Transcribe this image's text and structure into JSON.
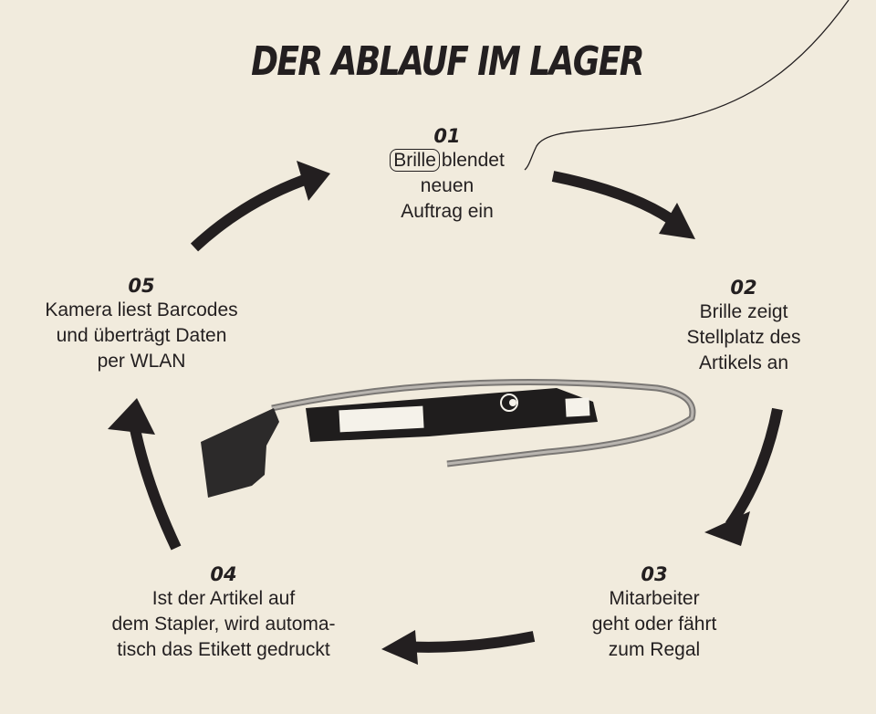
{
  "title": "DER ABLAUF IM LAGER",
  "steps": [
    {
      "num": "01",
      "highlight": "Brille",
      "lines": [
        "blendet",
        "neuen",
        "Auftrag ein"
      ]
    },
    {
      "num": "02",
      "lines": [
        "Brille zeigt",
        "Stellplatz des",
        "Artikels an"
      ]
    },
    {
      "num": "03",
      "lines": [
        "Mitarbeiter",
        "geht oder fährt",
        "zum Regal"
      ]
    },
    {
      "num": "04",
      "lines": [
        "Ist der Artikel auf",
        "dem Stapler, wird automa-",
        "tisch das Etikett gedruckt"
      ]
    },
    {
      "num": "05",
      "lines": [
        "Kamera liest Barcodes",
        "und überträgt Daten",
        "per WLAN"
      ]
    }
  ],
  "colors": {
    "background": "#f1ebdd",
    "ink": "#231f20"
  },
  "icons": [
    "smart-glasses-icon",
    "cycle-arrow-icon"
  ]
}
